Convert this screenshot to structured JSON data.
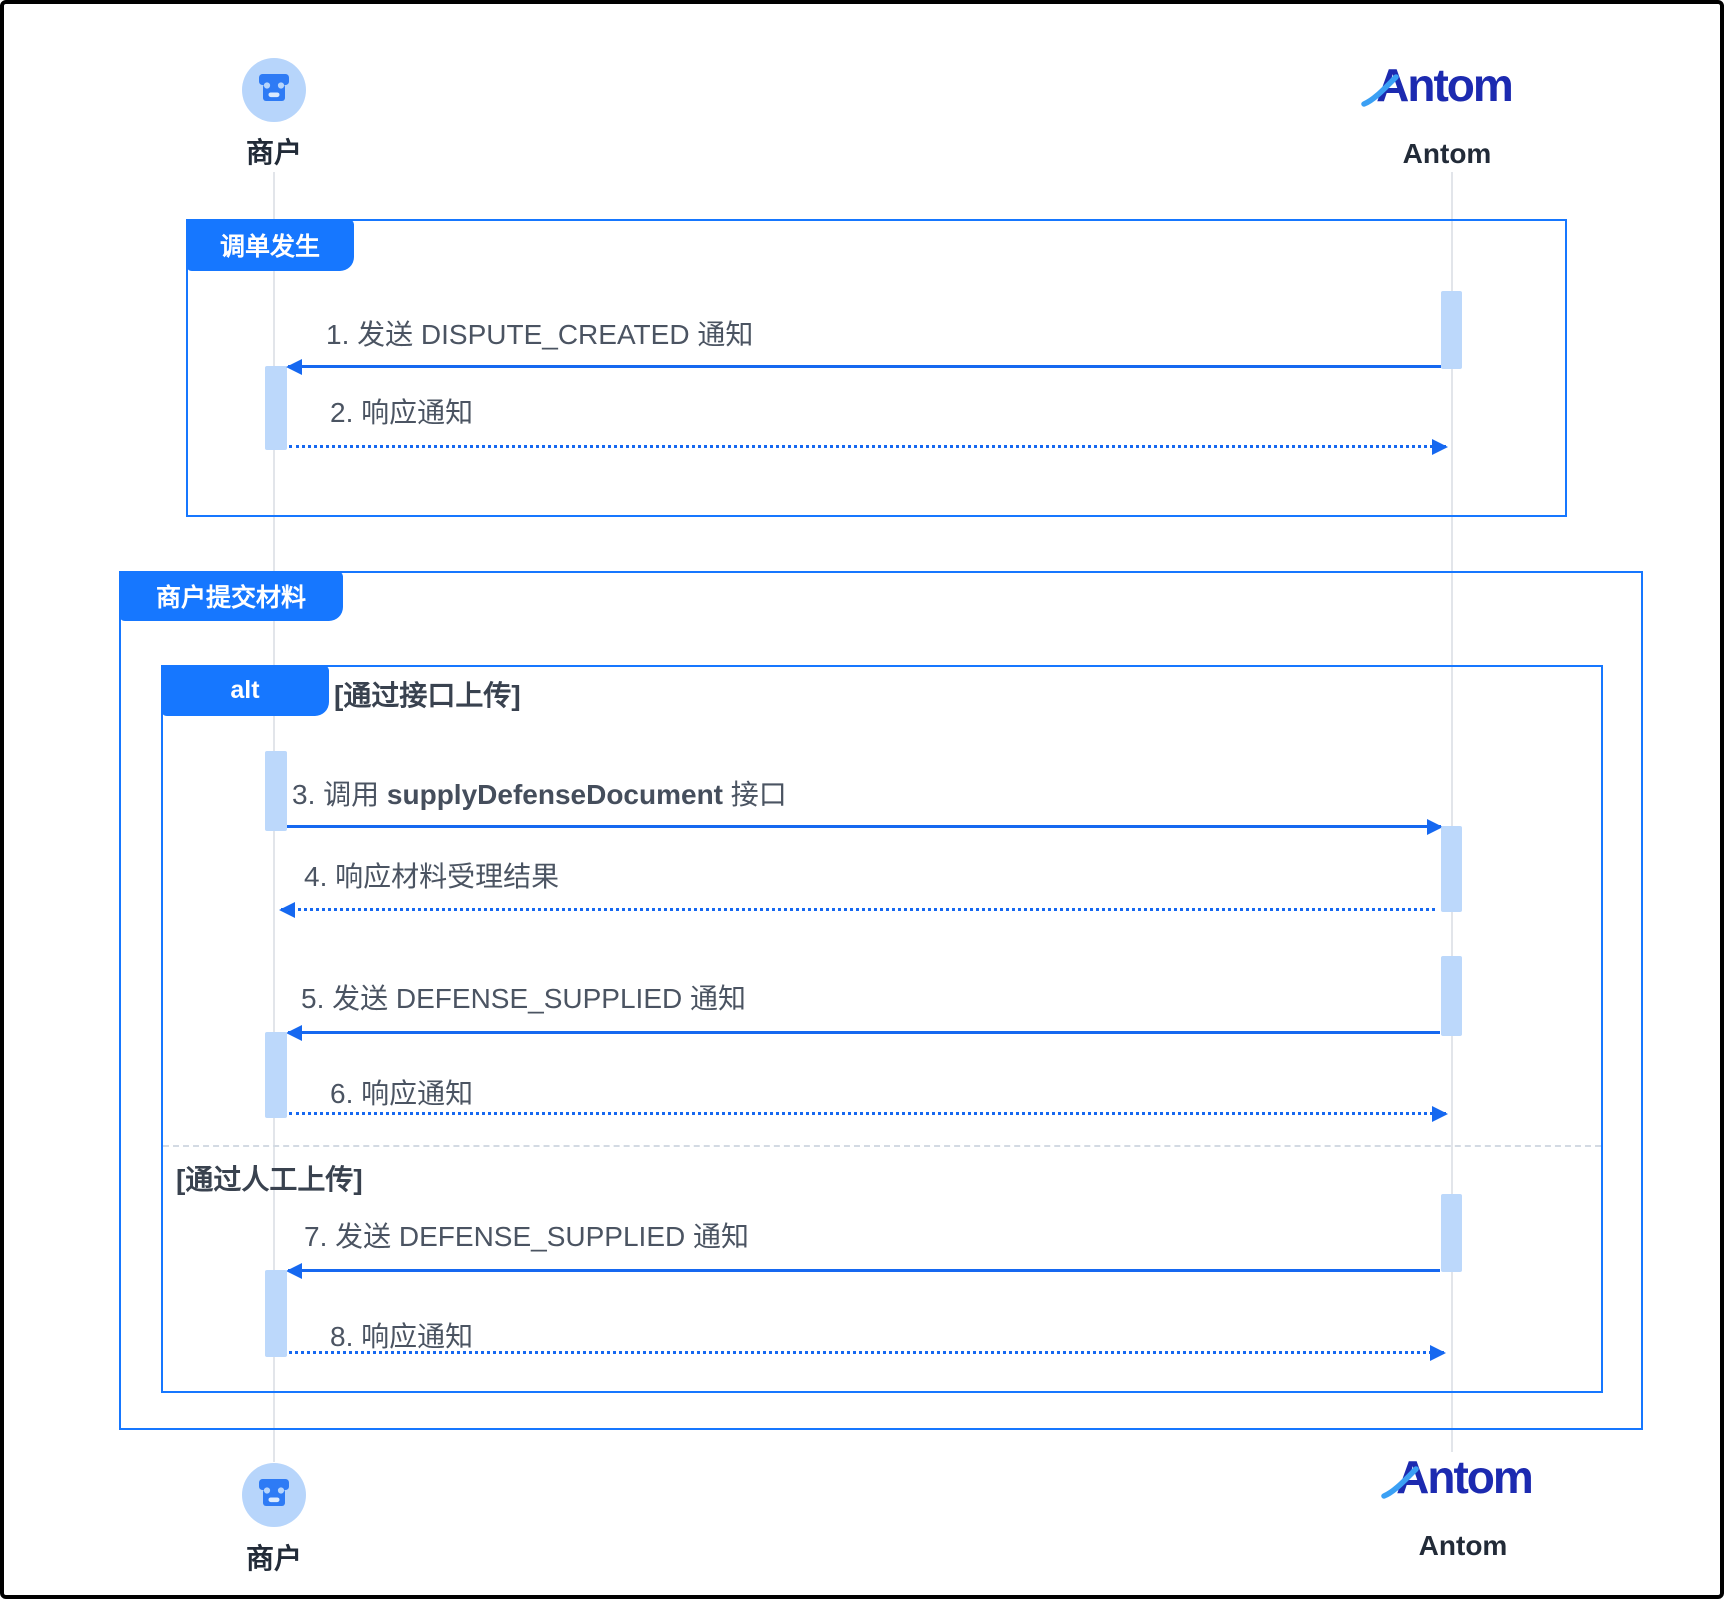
{
  "actors": {
    "merchant": {
      "label": "商户",
      "icon": "storefront-icon"
    },
    "antom": {
      "logo_text": "Antom",
      "label": "Antom"
    }
  },
  "frames": {
    "dispute": {
      "label": "调单发生"
    },
    "submit": {
      "label": "商户提交材料"
    },
    "alt": {
      "label": "alt",
      "condition_api": "[通过接口上传]",
      "condition_manual": "[通过人工上传]"
    }
  },
  "messages": [
    {
      "id": 1,
      "text": "1. 发送 DISPUTE_CREATED 通知",
      "from": "Antom",
      "to": "商户",
      "line": "solid",
      "direction": "left"
    },
    {
      "id": 2,
      "text": "2. 响应通知",
      "from": "商户",
      "to": "Antom",
      "line": "dashed",
      "direction": "right"
    },
    {
      "id": 3,
      "prefix": "3. 调用 ",
      "bold": "supplyDefenseDocument",
      "suffix": " 接口",
      "from": "商户",
      "to": "Antom",
      "line": "solid",
      "direction": "right"
    },
    {
      "id": 4,
      "text": "4. 响应材料受理结果",
      "from": "Antom",
      "to": "商户",
      "line": "dashed",
      "direction": "left"
    },
    {
      "id": 5,
      "text": "5. 发送 DEFENSE_SUPPLIED 通知",
      "from": "Antom",
      "to": "商户",
      "line": "solid",
      "direction": "left"
    },
    {
      "id": 6,
      "text": "6. 响应通知",
      "from": "商户",
      "to": "Antom",
      "line": "dashed",
      "direction": "right"
    },
    {
      "id": 7,
      "text": "7. 发送 DEFENSE_SUPPLIED 通知",
      "from": "Antom",
      "to": "商户",
      "line": "solid",
      "direction": "left"
    },
    {
      "id": 8,
      "text": "8. 响应通知",
      "from": "商户",
      "to": "Antom",
      "line": "dashed",
      "direction": "right"
    }
  ],
  "colors": {
    "frame_blue": "#1677ff",
    "arrow_blue": "#1668f0",
    "activation": "#bcd8fb",
    "lifeline_gray": "#e2e5ea",
    "logo_navy": "#1c2ab0",
    "logo_cyan": "#3ba0f4",
    "icon_blue": "#2e7bf5",
    "icon_bg": "#b7d5fb",
    "message_text": "#4b5462"
  }
}
